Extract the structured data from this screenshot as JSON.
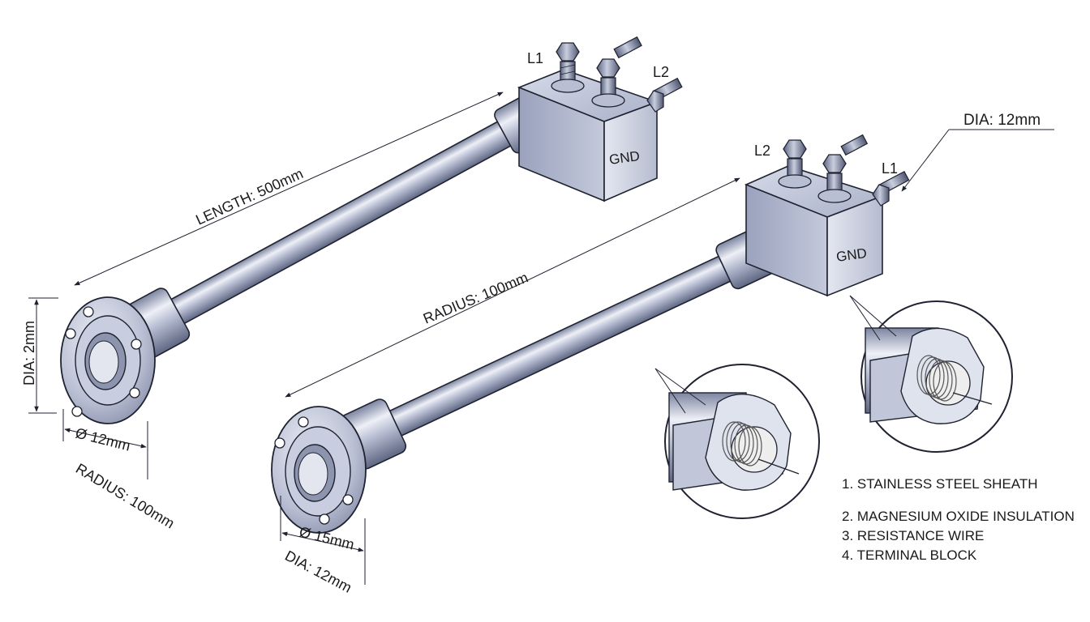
{
  "heater_a": {
    "length_label": "LENGTH: 500mm",
    "dia_left_label": "DIA: 2mm",
    "phi_label": "Ø 12mm",
    "radius_label": "RADIUS: 100mm",
    "l1_label": "L1",
    "l2_label": "L2",
    "gnd_label": "GND"
  },
  "heater_b": {
    "radius_label": "RADIUS: 100mm",
    "phi_label": "Ø 15mm",
    "dia_label": "DIA: 12mm",
    "l1_label": "L1",
    "l2_label": "L2",
    "gnd_label": "GND",
    "dia_top_label": "DIA: 12mm"
  },
  "legend": {
    "item1": "1. STAINLESS STEEL SHEATH",
    "item2": "2. MAGNESIUM OXIDE INSULATION",
    "item3": "3. RESISTANCE WIRE",
    "item4": "4. TERMINAL BLOCK"
  },
  "colors": {
    "metal_light": "#e6e9f3",
    "metal_mid": "#aeb5cc",
    "metal_dark": "#6f7794",
    "outline": "#1f2230",
    "coil": "#cfcfcf"
  }
}
